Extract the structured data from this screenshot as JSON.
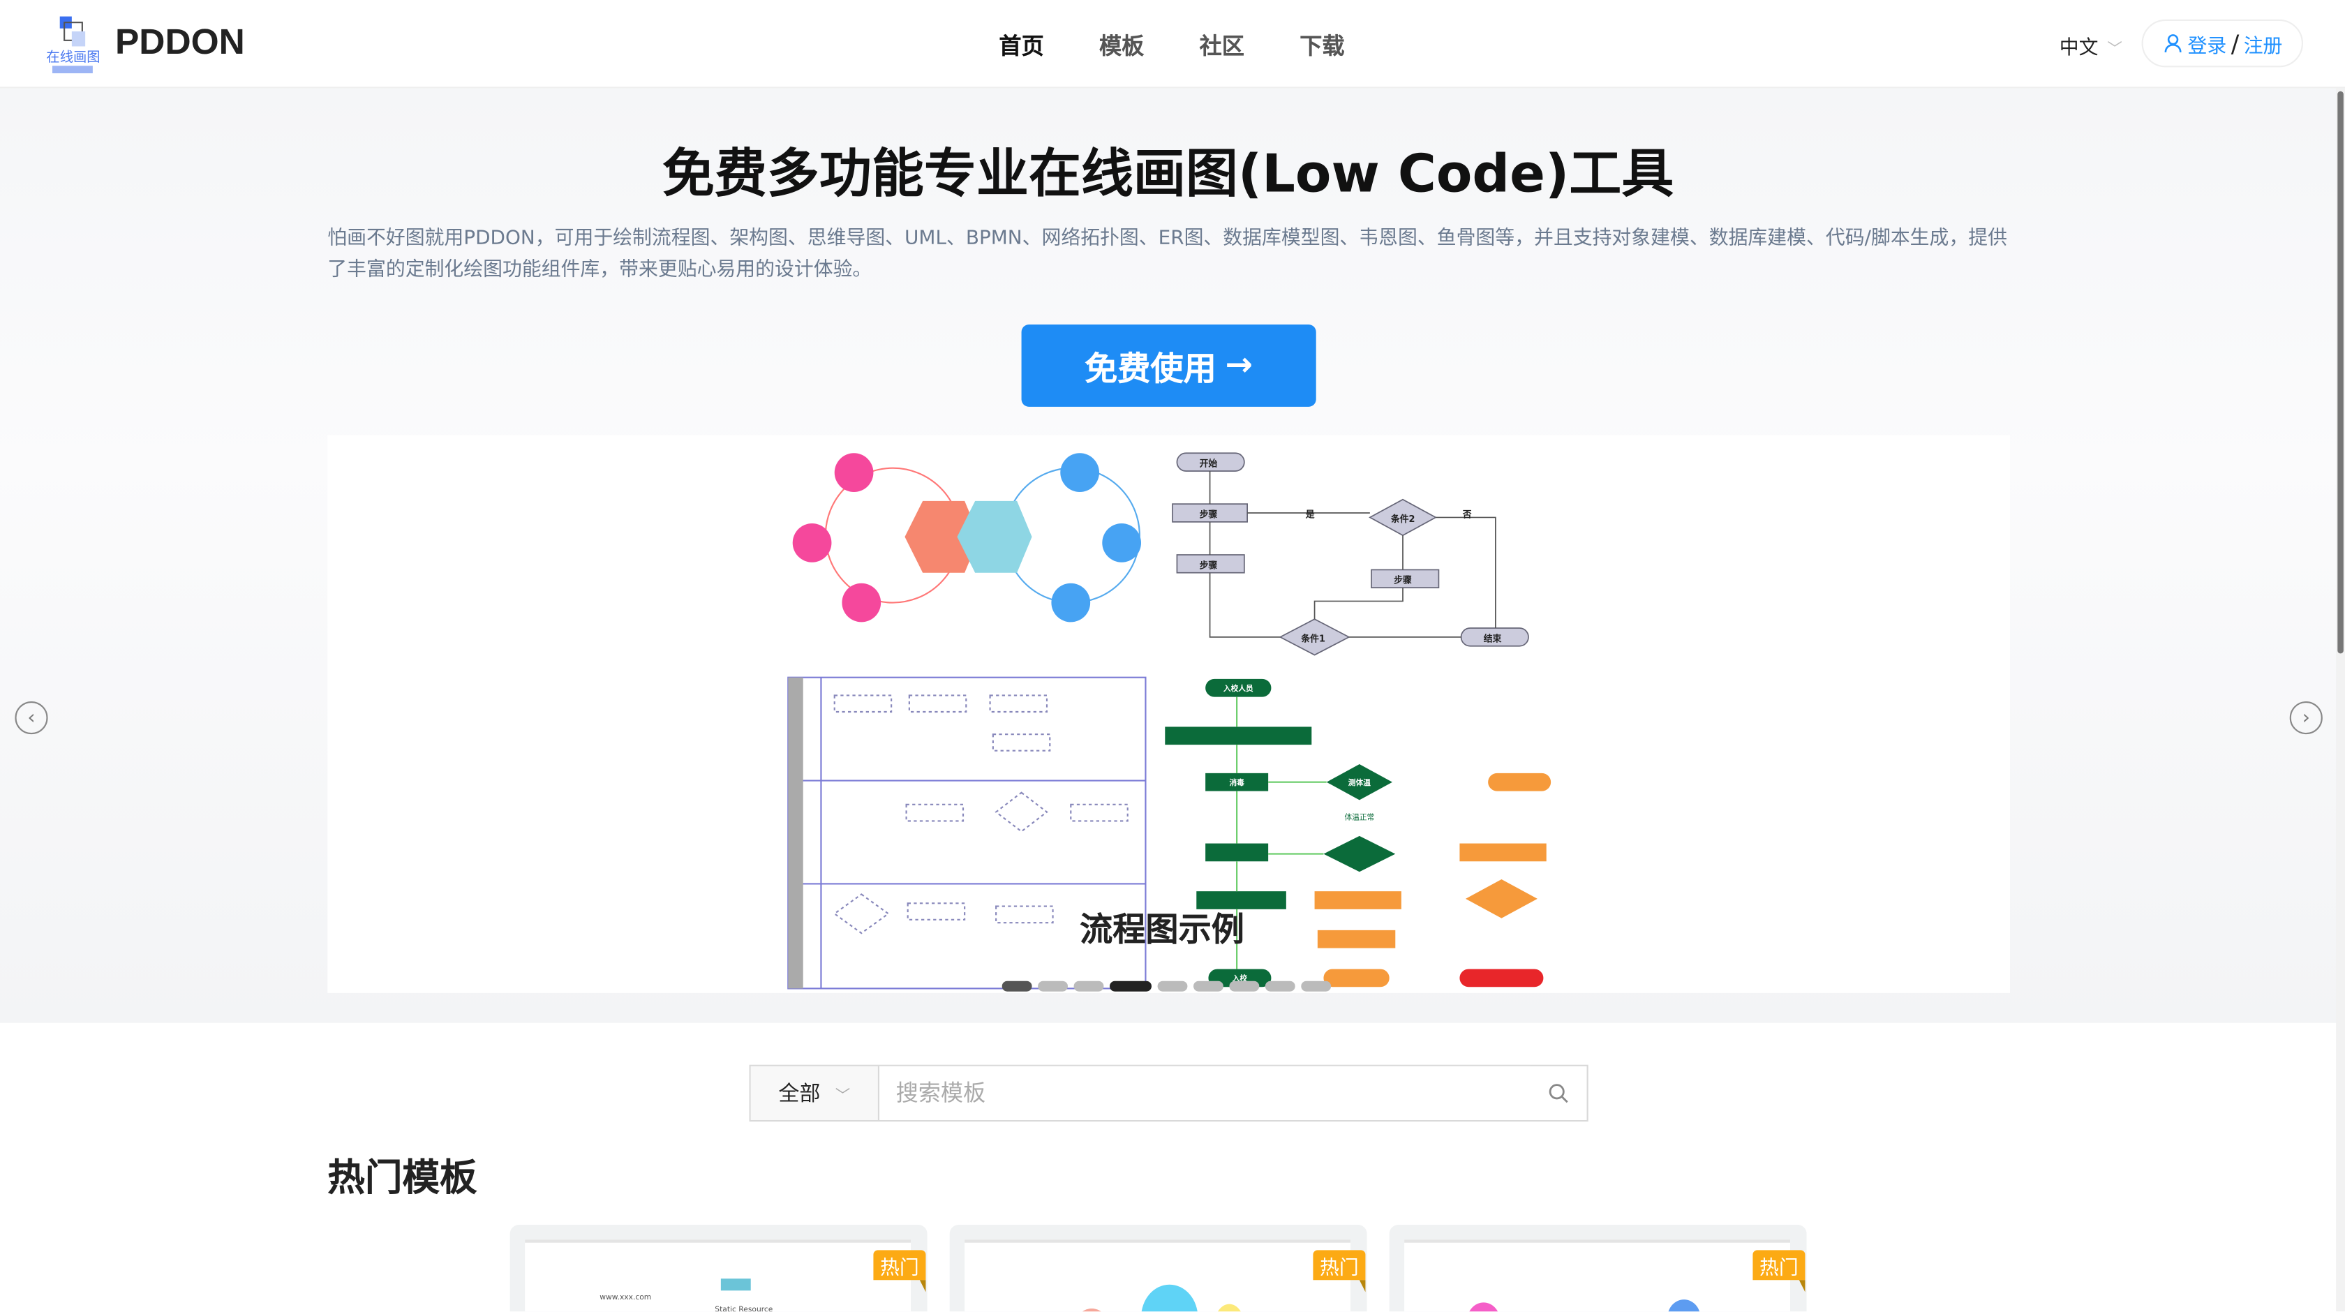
{
  "header": {
    "brand": "PDDON",
    "logo_text": "在线画图 pddon",
    "nav": [
      "首页",
      "模板",
      "社区",
      "下载"
    ],
    "language": "中文",
    "login": "登录",
    "separator": "/",
    "register": "注册"
  },
  "hero": {
    "title": "免费多功能专业在线画图(Low Code)工具",
    "description": "怕画不好图就用PDDON，可用于绘制流程图、架构图、思维导图、UML、BPMN、网络拓扑图、ER图、数据库模型图、韦恩图、鱼骨图等，并且支持对象建模、数据库建模、代码/脚本生成，提供了丰富的定制化绘图功能组件库，带来更贴心易用的设计体验。",
    "cta": "免费使用"
  },
  "carousel": {
    "caption": "流程图示例",
    "slide_count": 9,
    "active_index": 3,
    "diagram_labels": [
      "开始",
      "步骤",
      "条件2",
      "是",
      "否",
      "条件1",
      "结束",
      "入校人员",
      "消毒",
      "测体温",
      "体温正常",
      "入校"
    ]
  },
  "search": {
    "category": "全部",
    "placeholder": "搜索模板"
  },
  "templates": {
    "title": "热门模板",
    "badge": "热门",
    "cards": [
      {
        "badge": "热门"
      },
      {
        "badge": "热门"
      },
      {
        "badge": "热门"
      }
    ]
  },
  "colors": {
    "accent": "#1e8cf5",
    "badge": "#fcaa14"
  }
}
